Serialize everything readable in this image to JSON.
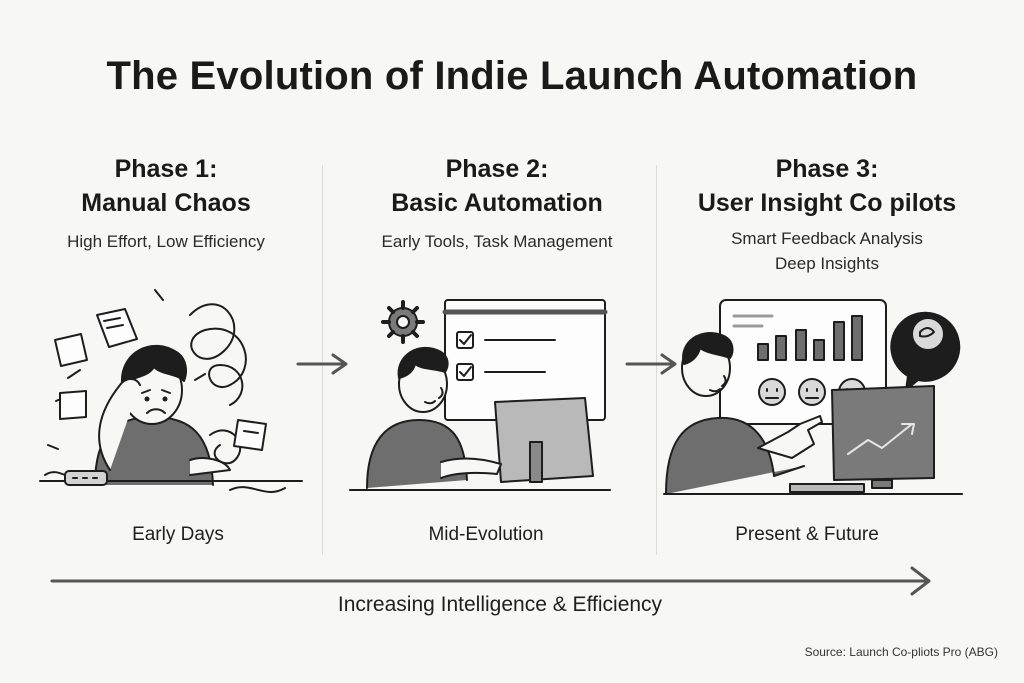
{
  "title": "The Evolution of Indie Launch Automation",
  "phases": [
    {
      "number": "Phase 1:",
      "name": "Manual Chaos",
      "subtitle": "High Effort, Low Efficiency",
      "stage": "Early Days",
      "icon": "stressed-person-icon"
    },
    {
      "number": "Phase 2:",
      "name": "Basic Automation",
      "subtitle": "Early Tools, Task Management",
      "stage": "Mid-Evolution",
      "icon": "person-at-computer-icon"
    },
    {
      "number": "Phase 3:",
      "name": "User Insight Co pilots",
      "subtitle": "Smart Feedback Analysis\nDeep Insights",
      "stage": "Present & Future",
      "icon": "person-with-dashboard-icon"
    }
  ],
  "axis_label": "Increasing Intelligence & Efficiency",
  "source": "Source: Launch Co-pliots Pro (ABG)",
  "colors": {
    "ink": "#1d1d1d",
    "gray_fill": "#6e6e6e",
    "light_fill": "#b9b9b9",
    "background": "#f7f7f5"
  }
}
